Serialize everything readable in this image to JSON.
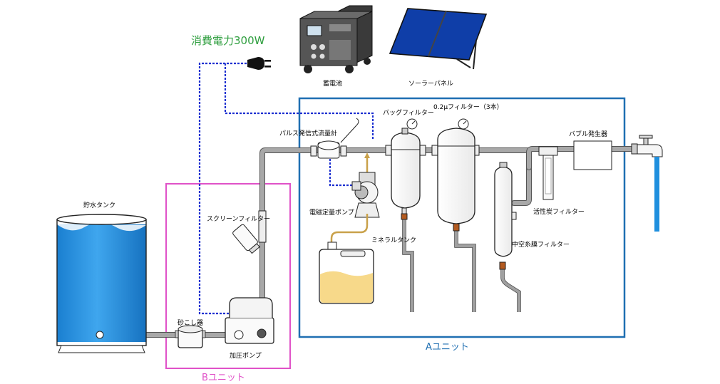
{
  "power": {
    "label": "消費電力300W"
  },
  "devices": {
    "battery": "蓄電池",
    "solar_panel": "ソーラーパネル"
  },
  "units": {
    "a": "Aユニット",
    "b": "Bユニット"
  },
  "components": {
    "storage_tank": "貯水タンク",
    "sand_strainer": "砂こし器",
    "booster_pump": "加圧ポンプ",
    "screen_filter": "スクリーンフィルター",
    "pulse_flowmeter": "パルス発信式流量計",
    "dosing_pump": "電磁定量ポンプ",
    "mineral_tank": "ミネラルタンク",
    "bag_filter": "バッグフィルター",
    "micron_filter": "0.2μフィルター（3本）",
    "hollow_fiber_filter": "中空糸膜フィルター",
    "carbon_filter": "活性炭フィルター",
    "bubble_generator": "バブル発生器"
  },
  "colors": {
    "unit_a_frame": "#1f6fb2",
    "unit_b_frame": "#e052c8",
    "power_text": "#2e9e3e",
    "power_wire": "#1c2fd0",
    "water": "#1f8fde",
    "mineral_liquid": "#f7d98a"
  }
}
